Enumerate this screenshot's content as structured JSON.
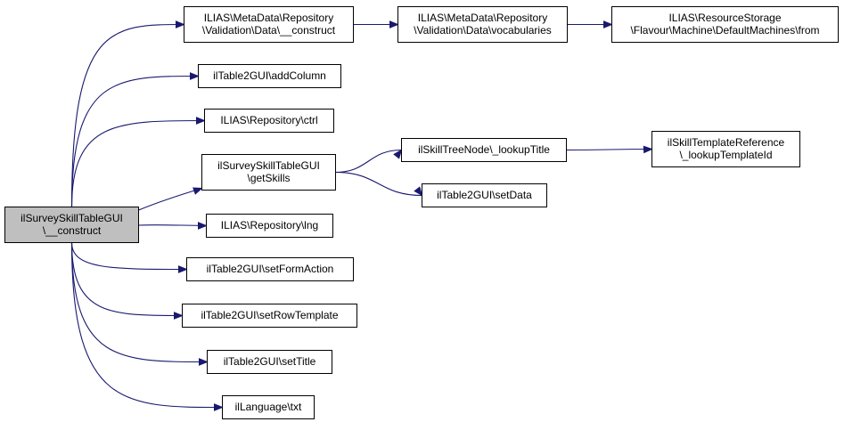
{
  "colors": {
    "edge": "#191970",
    "root_fill": "#bfbfbf",
    "node_fill": "#ffffff",
    "border": "#000000"
  },
  "nodes": [
    {
      "id": "root",
      "lines": [
        "ilSurveySkillTableGUI",
        "\\__construct"
      ],
      "root": true
    },
    {
      "id": "md_construct",
      "lines": [
        "ILIAS\\MetaData\\Repository",
        "\\Validation\\Data\\__construct"
      ]
    },
    {
      "id": "md_vocab",
      "lines": [
        "ILIAS\\MetaData\\Repository",
        "\\Validation\\Data\\vocabularies"
      ]
    },
    {
      "id": "rs_from",
      "lines": [
        "ILIAS\\ResourceStorage",
        "\\Flavour\\Machine\\DefaultMachines\\from"
      ]
    },
    {
      "id": "addColumn",
      "lines": [
        "ilTable2GUI\\addColumn"
      ]
    },
    {
      "id": "ctrl",
      "lines": [
        "ILIAS\\Repository\\ctrl"
      ]
    },
    {
      "id": "getSkills",
      "lines": [
        "ilSurveySkillTableGUI",
        "\\getSkills"
      ]
    },
    {
      "id": "lookupTitle",
      "lines": [
        "ilSkillTreeNode\\_lookupTitle"
      ]
    },
    {
      "id": "lookupTemplateId",
      "lines": [
        "ilSkillTemplateReference",
        "\\_lookupTemplateId"
      ]
    },
    {
      "id": "setData",
      "lines": [
        "ilTable2GUI\\setData"
      ]
    },
    {
      "id": "lng",
      "lines": [
        "ILIAS\\Repository\\lng"
      ]
    },
    {
      "id": "setFormAction",
      "lines": [
        "ilTable2GUI\\setFormAction"
      ]
    },
    {
      "id": "setRowTemplate",
      "lines": [
        "ilTable2GUI\\setRowTemplate"
      ]
    },
    {
      "id": "setTitle",
      "lines": [
        "ilTable2GUI\\setTitle"
      ]
    },
    {
      "id": "txt",
      "lines": [
        "ilLanguage\\txt"
      ]
    }
  ],
  "edges": [
    {
      "from": "root",
      "to": "md_construct"
    },
    {
      "from": "root",
      "to": "addColumn"
    },
    {
      "from": "root",
      "to": "ctrl"
    },
    {
      "from": "root",
      "to": "getSkills"
    },
    {
      "from": "root",
      "to": "lng"
    },
    {
      "from": "root",
      "to": "setFormAction"
    },
    {
      "from": "root",
      "to": "setRowTemplate"
    },
    {
      "from": "root",
      "to": "setTitle"
    },
    {
      "from": "root",
      "to": "txt"
    },
    {
      "from": "md_construct",
      "to": "md_vocab"
    },
    {
      "from": "md_vocab",
      "to": "rs_from"
    },
    {
      "from": "getSkills",
      "to": "lookupTitle"
    },
    {
      "from": "getSkills",
      "to": "setData"
    },
    {
      "from": "lookupTitle",
      "to": "lookupTemplateId"
    }
  ]
}
